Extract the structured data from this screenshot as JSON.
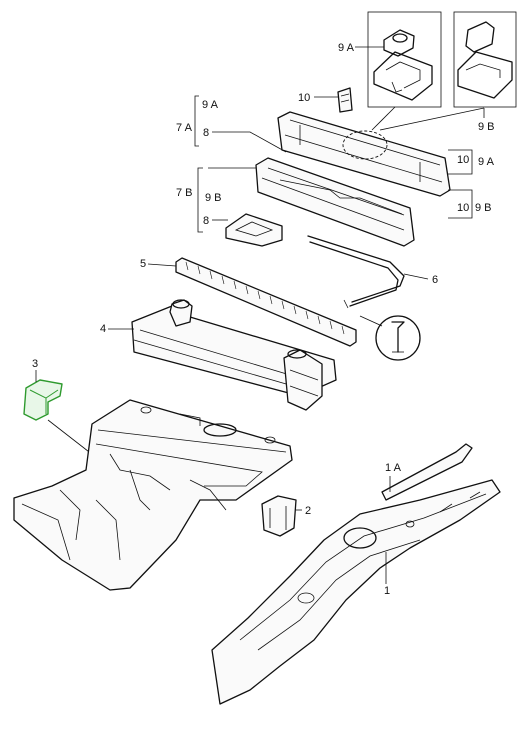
{
  "labels": {
    "l9a_top": "9 A",
    "l9b_top": "9 B",
    "l10_top": "10",
    "l9a_group": "9 A",
    "l7a": "7 A",
    "l8_a": "8",
    "l7b": "7 B",
    "l9b_group": "9 B",
    "l8_b": "8",
    "l10_9a_num": "10",
    "l10_9a_suf": "9 A",
    "l10_9b_num": "10",
    "l10_9b_suf": "9 B",
    "l5": "5",
    "l6": "6",
    "l4": "4",
    "l3": "3",
    "l2": "2",
    "l1a": "1 A",
    "l1": "1"
  },
  "colors": {
    "highlight": "#2e9a2e",
    "line": "#111111"
  }
}
